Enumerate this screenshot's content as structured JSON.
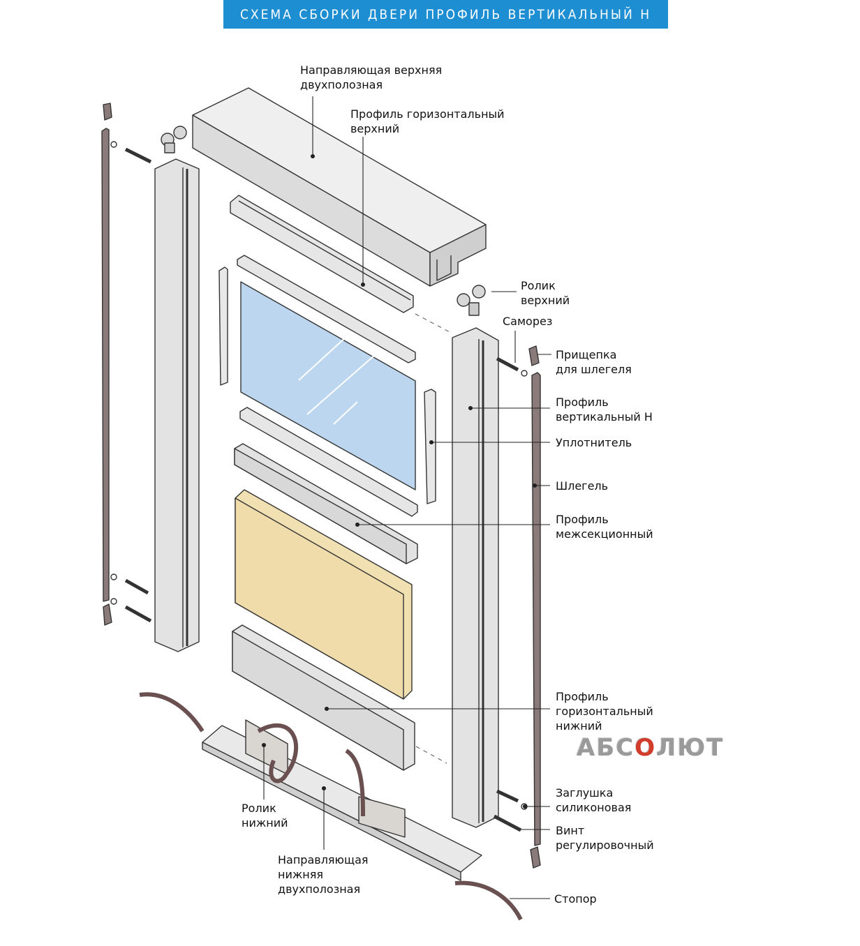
{
  "title": "СХЕМА СБОРКИ ДВЕРИ ПРОФИЛЬ ВЕРТИКАЛЬНЫЙ Н",
  "brand": {
    "before": "АБС",
    "accent": "О",
    "after": "ЛЮТ"
  },
  "labels": {
    "top_rail": [
      "Направляющая верхняя",
      "двухполозная"
    ],
    "horizontal_top": [
      "Профиль горизонтальный",
      "верхний"
    ],
    "top_roller": [
      "Ролик",
      "верхний"
    ],
    "screw": [
      "Саморез"
    ],
    "clip": [
      "Прищепка",
      "для шлегеля"
    ],
    "vertical_profile": [
      "Профиль",
      "вертикальный Н"
    ],
    "seal": [
      "Уплотнитель"
    ],
    "brush": [
      "Шлегель"
    ],
    "intersection": [
      "Профиль",
      "межсекционный"
    ],
    "horizontal_bottom": [
      "Профиль",
      "горизонтальный",
      "нижний"
    ],
    "plug": [
      "Заглушка",
      "силиконовая"
    ],
    "adjust_screw": [
      "Винт",
      "регулировочный"
    ],
    "stopper": [
      "Стопор"
    ],
    "bottom_roller": [
      "Ролик",
      "нижний"
    ],
    "bottom_rail": [
      "Направляющая",
      "нижняя",
      "двухполозная"
    ]
  },
  "colors": {
    "title_bg": "#1e8ed3",
    "metal": "#e4e4e4",
    "glass": "#bcd6ef",
    "panel": "#f1e1b2",
    "brush": "#8a7a7a"
  }
}
